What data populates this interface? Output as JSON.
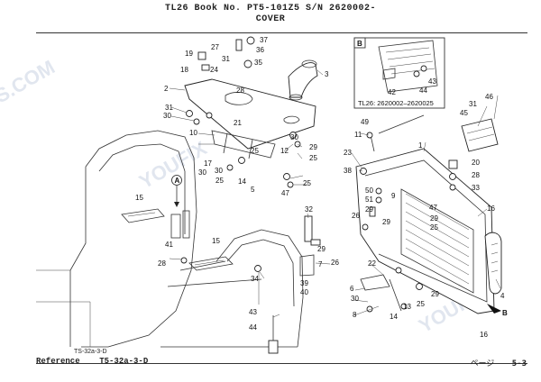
{
  "header": {
    "line1": "TL26  Book No. PT5-101Z5  S/N 2620002-",
    "line2": "COVER"
  },
  "inset": {
    "label": "B",
    "caption": "TL26: 2620002–2620025"
  },
  "view_markers": {
    "a": "A",
    "b": "B"
  },
  "drawing_ref": "TS-32a-3-D",
  "footer": {
    "reference_label": "Reference",
    "reference_value": "T5-32a-3-D",
    "page_label": "ページ",
    "page_value": "5-3"
  },
  "callouts": [
    "2",
    "3",
    "4",
    "5",
    "6",
    "7",
    "8",
    "9",
    "10",
    "11",
    "12",
    "13",
    "14",
    "15",
    "16",
    "17",
    "18",
    "19",
    "20",
    "21",
    "22",
    "23",
    "24",
    "25",
    "26",
    "27",
    "28",
    "29",
    "30",
    "31",
    "32",
    "33",
    "34",
    "35",
    "36",
    "37",
    "38",
    "39",
    "40",
    "41",
    "42",
    "43",
    "44",
    "45",
    "46",
    "47",
    "49",
    "50",
    "51",
    "1"
  ]
}
